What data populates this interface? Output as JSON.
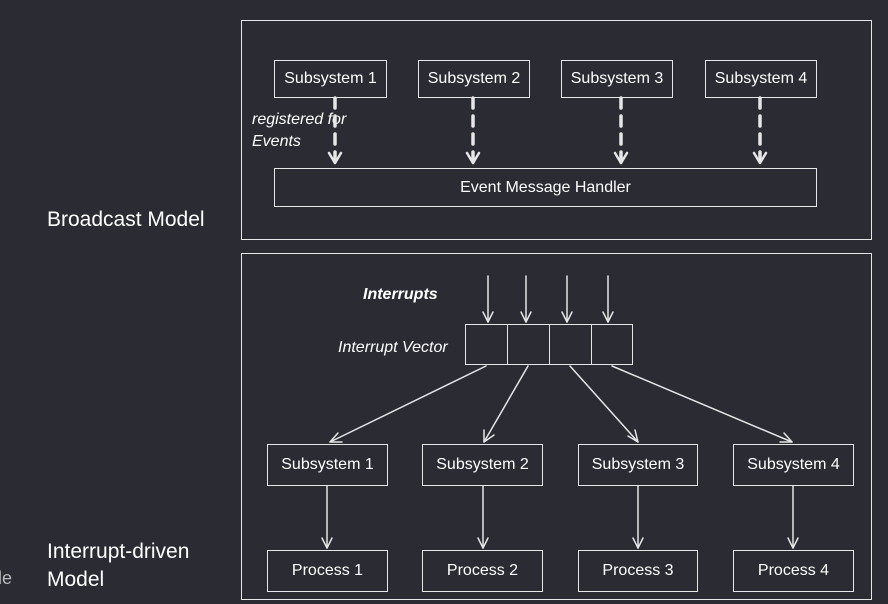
{
  "broadcast": {
    "title": "Broadcast Model",
    "subsystems": [
      "Subsystem 1",
      "Subsystem 2",
      "Subsystem 3",
      "Subsystem 4"
    ],
    "registered_line1": "registered for",
    "registered_line2": "Events",
    "handler_label": "Event Message Handler"
  },
  "interrupt": {
    "title_line1": "Interrupt-driven",
    "title_line2": "Model",
    "interrupts_label": "Interrupts",
    "vector_label": "Interrupt Vector",
    "subsystems": [
      "Subsystem 1",
      "Subsystem 2",
      "Subsystem 3",
      "Subsystem 4"
    ],
    "processes": [
      "Process 1",
      "Process 2",
      "Process 3",
      "Process 4"
    ]
  },
  "left_edge_text": "le",
  "colors": {
    "background": "#2a2b33",
    "stroke": "#e6e6e6",
    "text": "#ffffff"
  }
}
